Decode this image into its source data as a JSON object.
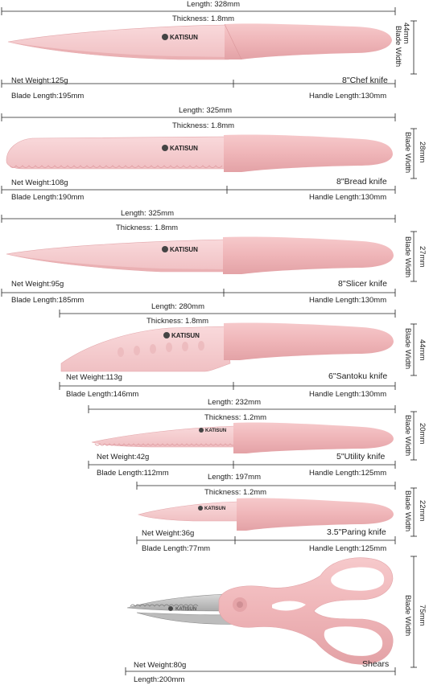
{
  "brand": "KATISUN",
  "colors": {
    "handle": "#efb6b9",
    "blade": "#f6cdd0",
    "edge": "#e7a7ab",
    "line": "#222222",
    "steel": "#c9c9c9"
  },
  "knives": [
    {
      "name": "8\"Chef knife",
      "length": "Length: 328mm",
      "thickness": "Thickness: 1.8mm",
      "weight": "Net Weight:125g",
      "blade_length": "Blade Length:195mm",
      "handle_length": "Handle Length:130mm",
      "blade_width": "44mm",
      "blade_width_label": "Blade Width"
    },
    {
      "name": "8\"Bread knife",
      "length": "Length: 325mm",
      "thickness": "Thickness: 1.8mm",
      "weight": "Net Weight:108g",
      "blade_length": "Blade Length:190mm",
      "handle_length": "Handle Length:130mm",
      "blade_width": "28mm",
      "blade_width_label": "Blade Width"
    },
    {
      "name": "8\"Slicer knife",
      "length": "Length: 325mm",
      "thickness": "Thickness: 1.8mm",
      "weight": "Net Weight:95g",
      "blade_length": "Blade Length:185mm",
      "handle_length": "Handle Length:130mm",
      "blade_width": "27mm",
      "blade_width_label": "Blade Width"
    },
    {
      "name": "6\"Santoku knife",
      "length": "Length: 280mm",
      "thickness": "Thickness: 1.8mm",
      "weight": "Net Weight:113g",
      "blade_length": "Blade Length:146mm",
      "handle_length": "Handle Length:130mm",
      "blade_width": "44mm",
      "blade_width_label": "Blade Width"
    },
    {
      "name": "5\"Utility knife",
      "length": "Length: 232mm",
      "thickness": "Thickness: 1.2mm",
      "weight": "Net Weight:42g",
      "blade_length": "Blade Length:112mm",
      "handle_length": "Handle Length:125mm",
      "blade_width": "20mm",
      "blade_width_label": "Blade Width"
    },
    {
      "name": "3.5\"Paring knife",
      "length": "Length: 197mm",
      "thickness": "Thickness: 1.2mm",
      "weight": "Net Weight:36g",
      "blade_length": "Blade Length:77mm",
      "handle_length": "Handle Length:125mm",
      "blade_width": "22mm",
      "blade_width_label": "Blade Width"
    }
  ],
  "shears": {
    "name": "Shears",
    "weight": "Net Weight:80g",
    "length": "Length:200mm",
    "blade_width": "75mm",
    "blade_width_label": "Blade Width"
  }
}
